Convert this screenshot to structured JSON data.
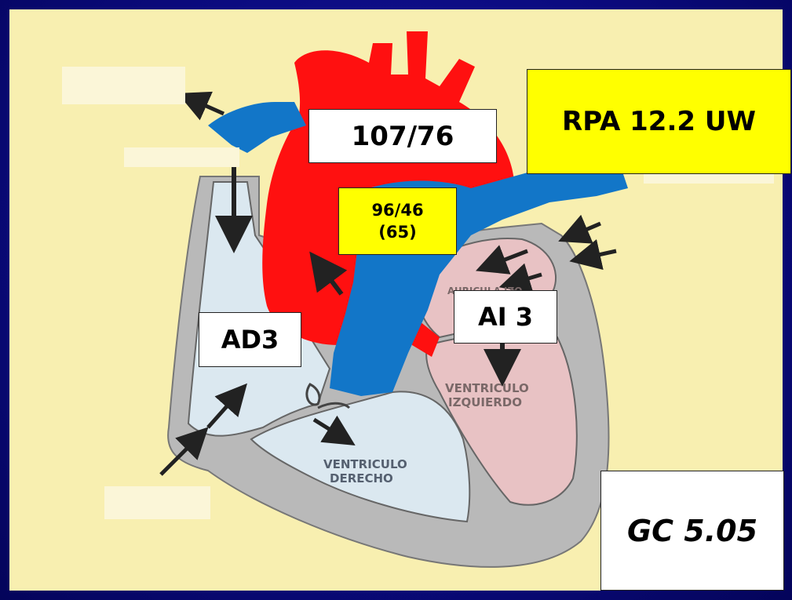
{
  "colors": {
    "frame": "#0b0b80",
    "panel": "#f8efb0",
    "arterial_red": "#ff1010",
    "venous_blue": "#1276c8",
    "heart_wall_gray": "#b9b9b9",
    "right_chamber": "#dbe8f0",
    "left_chamber": "#e8c2c4",
    "highlight_yellow": "#ffff00"
  },
  "heart_labels": {
    "left_atrium": "AURICULA IZQ.",
    "left_ventricle_line1": "VENTRICULO",
    "left_ventricle_line2": "IZQUIERDO",
    "right_ventricle_line1": "VENTRICULO",
    "right_ventricle_line2": "DERECHO"
  },
  "values": {
    "aortic_pressure": "107/76",
    "pulmonary_resistance": "RPA 12.2 UW",
    "pulmonary_pressure_line1": "96/46",
    "pulmonary_pressure_line2": "(65)",
    "right_atrial_pressure": "AD3",
    "left_atrial_pressure": "AI 3",
    "cardiac_output": "GC 5.05"
  }
}
